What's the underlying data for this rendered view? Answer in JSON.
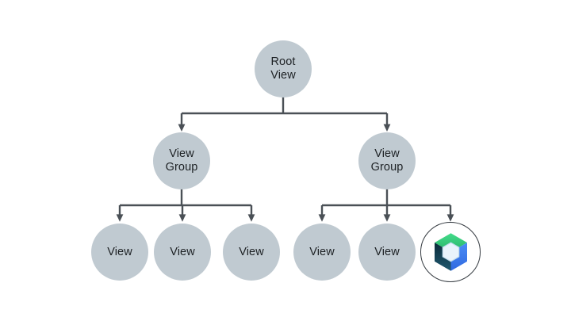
{
  "palette": {
    "node_fill": "#c0cad1",
    "connector": "#4a5056",
    "text": "#1d2124",
    "compose_ring": "#343a40",
    "compose_green": "#43dc8a",
    "compose_green_dark": "#28b168",
    "compose_blue": "#4b8cf6",
    "compose_blue_dark": "#3069e0",
    "compose_navy": "#0b2b3a",
    "compose_navy_light": "#20596f",
    "compose_center": "#e9f3fb",
    "compose_center_rim": "#bedaeb"
  },
  "diagram": {
    "root": {
      "line1": "Root",
      "line2": "View"
    },
    "view_group_left": {
      "line1": "View",
      "line2": "Group"
    },
    "view_group_right": {
      "line1": "View",
      "line2": "Group"
    },
    "views": [
      "View",
      "View",
      "View",
      "View",
      "View"
    ],
    "compose_icon": "jetpack-compose-logo"
  }
}
